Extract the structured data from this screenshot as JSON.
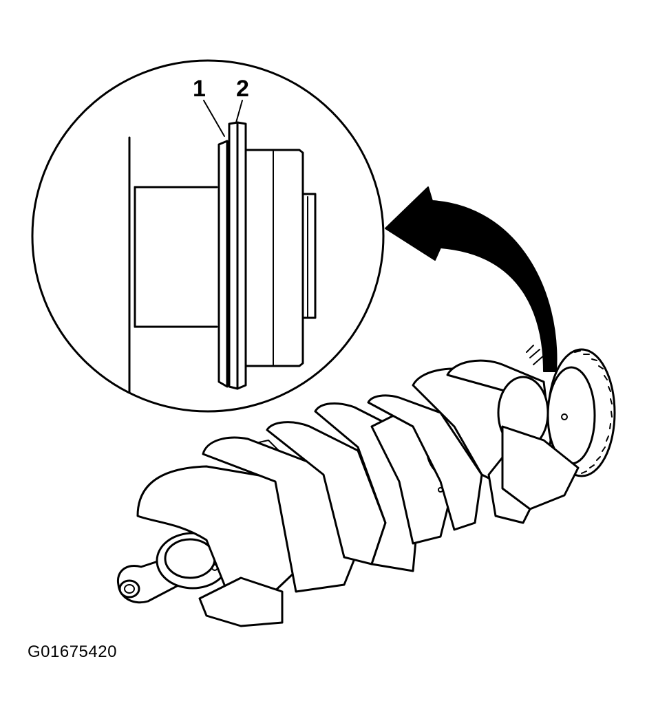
{
  "callouts": [
    {
      "number": "1"
    },
    {
      "number": "2"
    }
  ],
  "figure_code": "G01675420",
  "icons": [
    "detail-magnifier-icon",
    "curved-arrow-icon",
    "crankshaft-icon"
  ],
  "colors": {
    "line": "#000000",
    "background": "#ffffff"
  }
}
